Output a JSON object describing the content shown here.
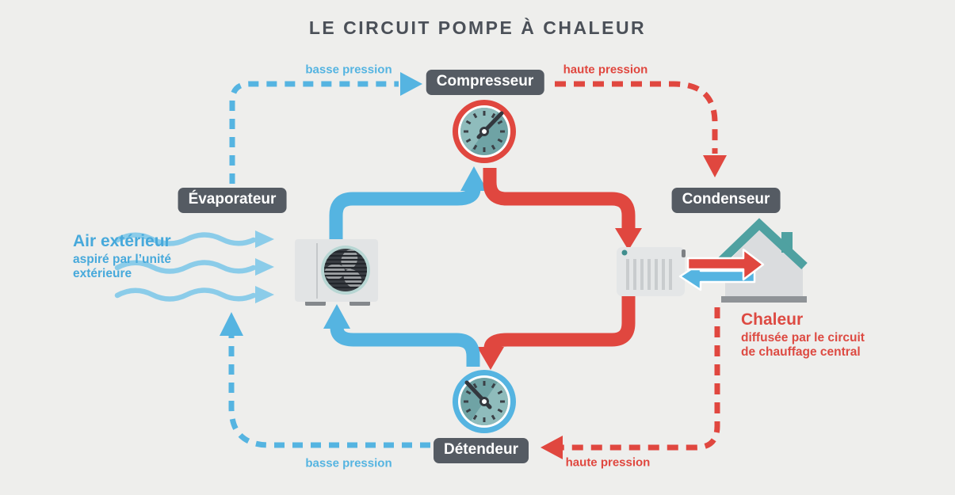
{
  "title": "LE CIRCUIT POMPE À CHALEUR",
  "nodes": {
    "compressor": "Compresseur",
    "evaporator": "Évaporateur",
    "condenser": "Condenseur",
    "expansion_valve": "Détendeur"
  },
  "pressure_labels": {
    "top_left": "basse pression",
    "top_right": "haute pression",
    "bottom_left": "basse pression",
    "bottom_right": "haute pression"
  },
  "outside_air": {
    "title": "Air extérieur",
    "line1": "aspiré par l’unité",
    "line2": "extérieure"
  },
  "heat": {
    "title": "Chaleur",
    "line1": "diffusée par le circuit",
    "line2": "de chauffage central"
  },
  "icons": {
    "compressor_gauge": "pressure-gauge-icon",
    "expansion_gauge": "pressure-gauge-icon",
    "evaporator_unit": "outdoor-unit-icon",
    "condenser_unit": "radiator-icon",
    "house": "house-icon",
    "air_flow": "air-wave-icon"
  },
  "colors": {
    "background": "#eeeeec",
    "low_pressure_blue": "#55b4e1",
    "high_pressure_red": "#e0473f",
    "air_wave_blue": "#8bcce9",
    "label_background": "#555b63",
    "title_text": "#4b5058",
    "roof_teal": "#4fa1a1",
    "gauge_face_teal": "#6fa3a5"
  }
}
